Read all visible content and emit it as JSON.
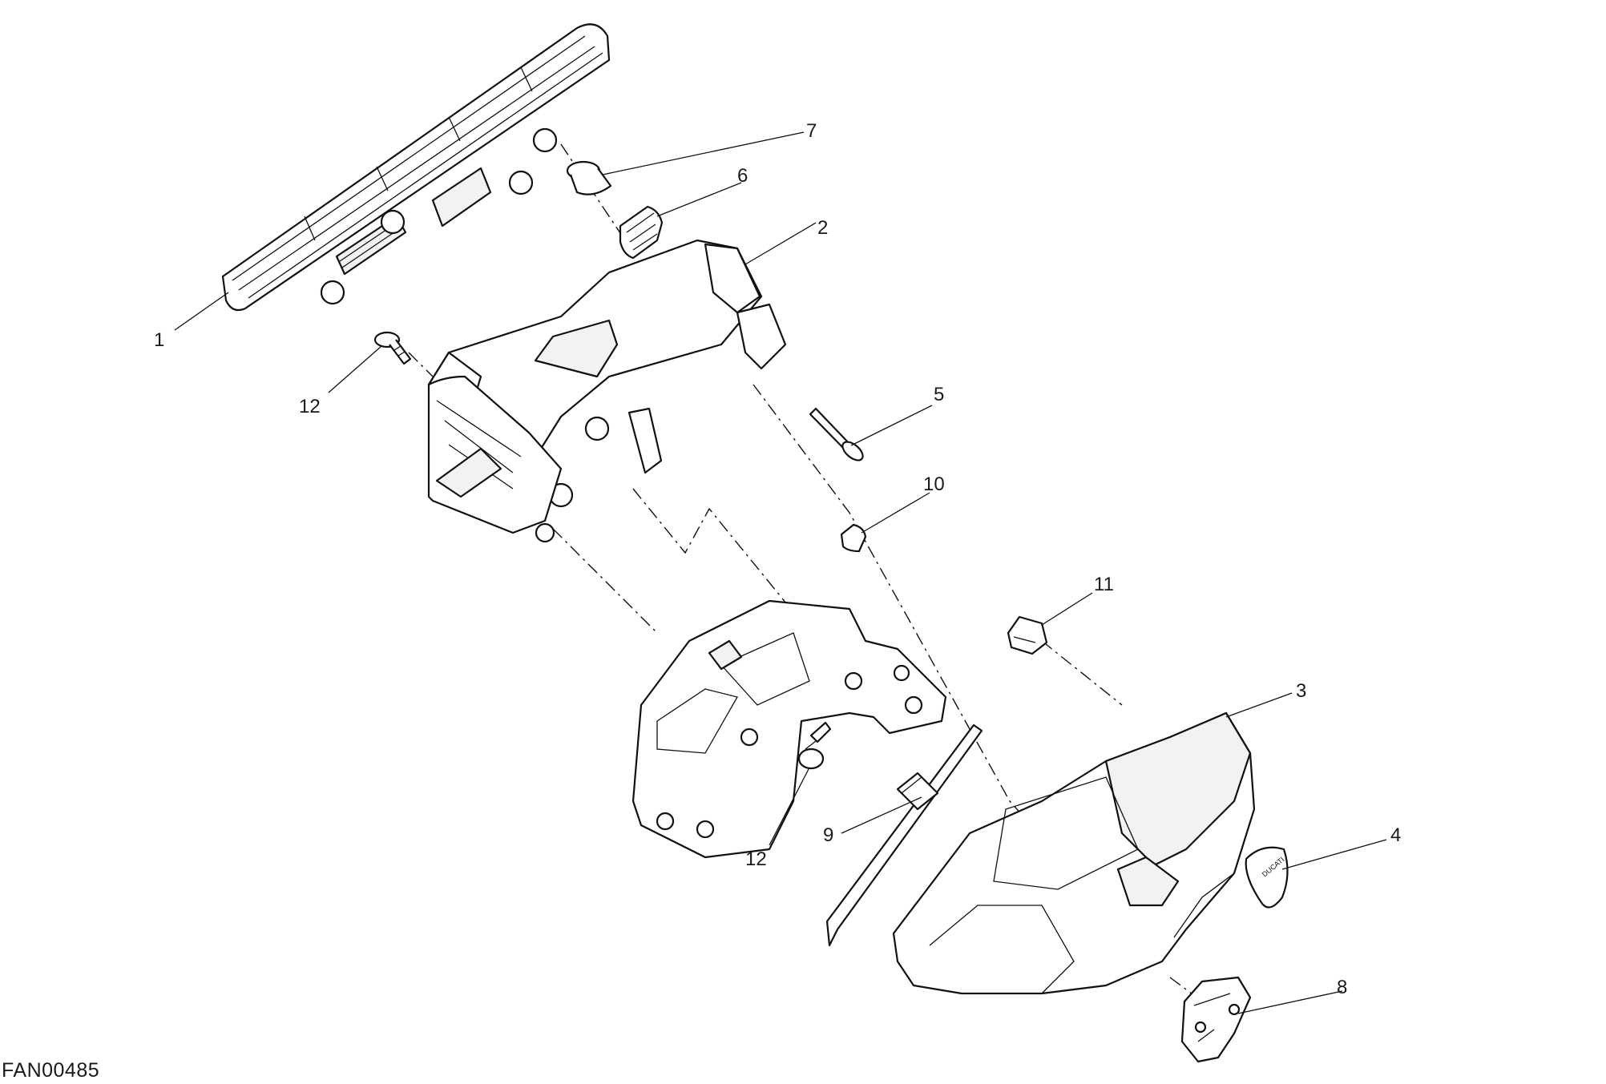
{
  "drawing_code": "FAN00485",
  "callouts": [
    "1",
    "2",
    "3",
    "4",
    "5",
    "6",
    "7",
    "8",
    "9",
    "10",
    "11",
    "12",
    "12"
  ],
  "emblem_text": "DUCATI"
}
